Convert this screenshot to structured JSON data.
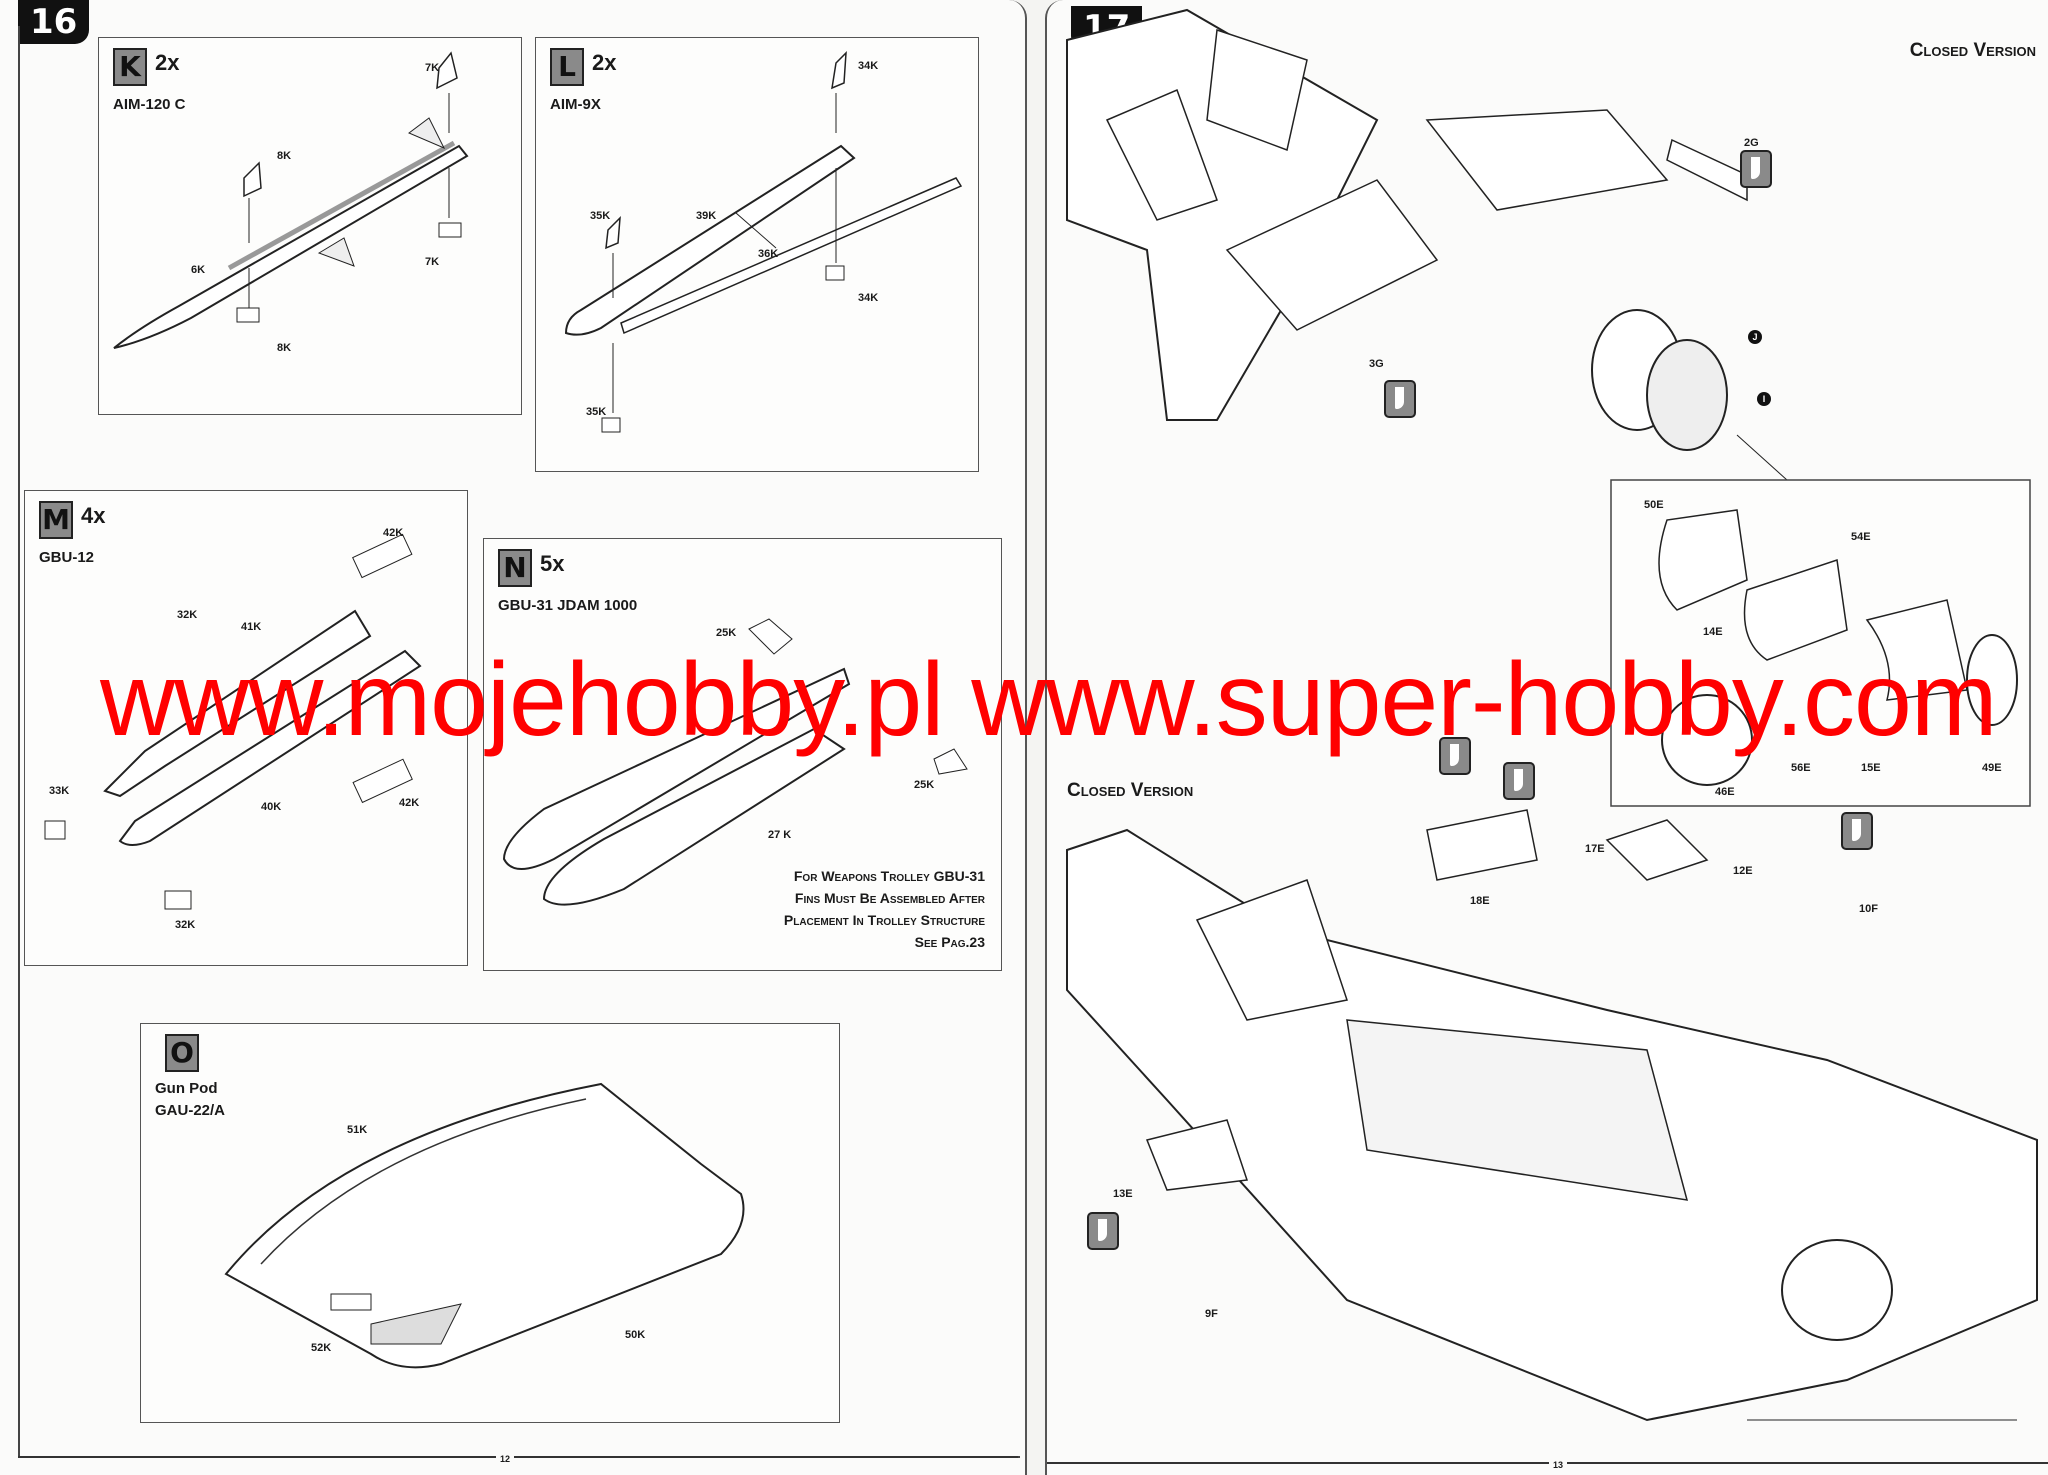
{
  "left_page": {
    "step_number": "16",
    "page_number": "12",
    "panels": {
      "K": {
        "letter": "K",
        "qty": "2x",
        "name": "AIM-120 C",
        "labels": [
          "7K",
          "8K",
          "6K",
          "7K",
          "8K"
        ]
      },
      "L": {
        "letter": "L",
        "qty": "2x",
        "name": "AIM-9X",
        "labels": [
          "34K",
          "35K",
          "39K",
          "36K",
          "34K",
          "35K"
        ]
      },
      "M": {
        "letter": "M",
        "qty": "4x",
        "name": "GBU-12",
        "labels": [
          "42K",
          "32K",
          "41K",
          "33K",
          "40K",
          "42K",
          "32K"
        ]
      },
      "N": {
        "letter": "N",
        "qty": "5x",
        "name": "GBU-31 JDAM 1000",
        "labels": [
          "25K",
          "25K",
          "27 K"
        ],
        "note": [
          "For Weapons Trolley GBU-31",
          "Fins Must Be Assembled After",
          "Placement In Trolley Structure",
          "See Pag.23"
        ]
      },
      "O": {
        "letter": "O",
        "name_line1": "Gun Pod",
        "name_line2": "GAU-22/A",
        "labels": [
          "51K",
          "52K",
          "50K"
        ]
      }
    }
  },
  "right_page": {
    "step_number": "17",
    "page_number": "13",
    "closed_version_top": "Closed Version",
    "closed_version_bottom": "Closed Version",
    "top_labels": [
      "2G",
      "3G",
      "J",
      "I"
    ],
    "inset_labels": [
      "50E",
      "54E",
      "14E",
      "15E",
      "56E",
      "49E",
      "46E"
    ],
    "bottom_labels": [
      "17E",
      "18E",
      "12E",
      "10F",
      "13E",
      "9F"
    ]
  },
  "watermark": "www.mojehobby.pl www.super-hobby.com"
}
